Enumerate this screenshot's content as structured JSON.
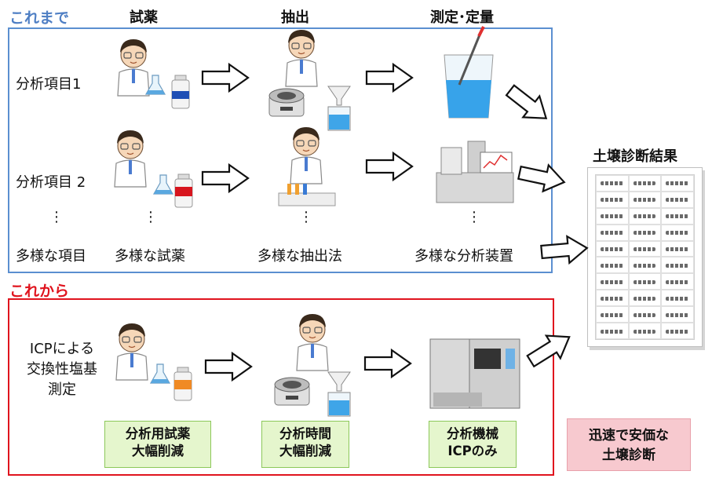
{
  "sections": {
    "current": "これまで",
    "future": "これから"
  },
  "columns": {
    "reagent": "試薬",
    "extraction": "抽出",
    "measurement": "測定･定量"
  },
  "rows": {
    "item1": "分析項目1",
    "item2": "分析項目 2",
    "ellipsis": "⋮",
    "variety_items": "多様な項目",
    "variety_reagents": "多様な試薬",
    "variety_extraction": "多様な抽出法",
    "variety_devices": "多様な分析装置"
  },
  "result": {
    "title": "土壌診断結果"
  },
  "future_row": {
    "label_line1": "ICPによる",
    "label_line2": "交換性塩基",
    "label_line3": "測定"
  },
  "benefits": {
    "reagent_line1": "分析用試薬",
    "reagent_line2": "大幅削減",
    "time_line1": "分析時間",
    "time_line2": "大幅削減",
    "device_line1": "分析機械",
    "device_line2": "ICPのみ",
    "outcome_line1": "迅速で安価な",
    "outcome_line2": "土壌診断"
  },
  "colors": {
    "current_accent": "#4f7fc4",
    "future_accent": "#e0141e",
    "benefit_fill": "#e5f6cd",
    "outcome_fill": "#f7c9cf"
  },
  "icons": [
    "scientist-woman-with-flask-icon",
    "reagent-bottle-blue-icon",
    "centrifuge-icon",
    "funnel-icon",
    "beaker-with-pipette-icon",
    "scientist-man-with-flask-icon",
    "reagent-bottle-red-icon",
    "scientist-man-with-test-tubes-icon",
    "analytical-instrument-icon",
    "reagent-bottle-orange-icon",
    "icp-spectrometer-icon",
    "result-sheet-icon",
    "right-arrow-icon"
  ]
}
